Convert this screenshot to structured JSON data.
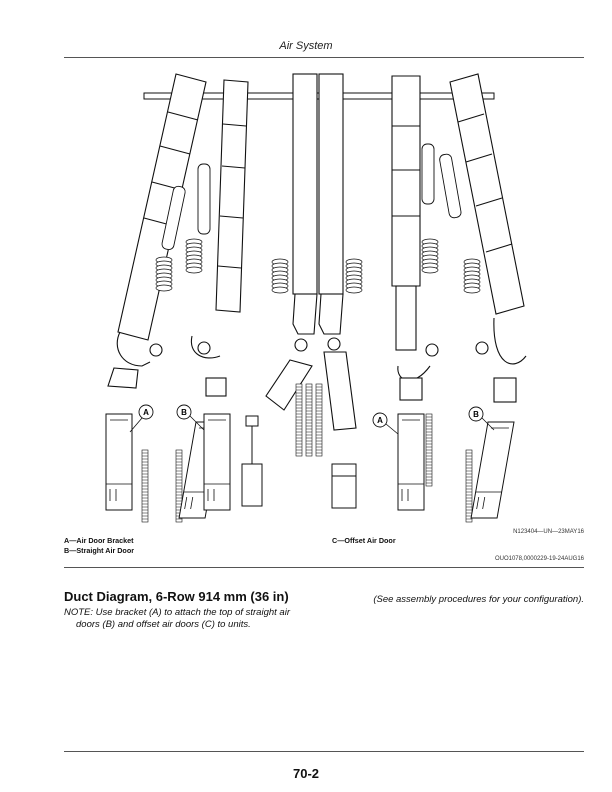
{
  "header": {
    "section_title": "Air System"
  },
  "figure": {
    "image_code": "N123404—UN—23MAY16",
    "callout_a": "A",
    "callout_b": "B",
    "legend": {
      "a": "A—Air Door Bracket",
      "b": "B—Straight Air Door",
      "c": "C—Offset Air Door"
    },
    "doc_code": "OUO1078,0000229-19-24AUG16"
  },
  "section": {
    "title": "Duct Diagram, 6-Row 914 mm (36 in)",
    "note_line1": "NOTE: Use bracket (A) to attach the top of straight air",
    "note_line2": "doors (B) and offset air doors (C) to units.",
    "reference": "(See assembly procedures for your configuration)."
  },
  "footer": {
    "page_number": "70-2"
  }
}
